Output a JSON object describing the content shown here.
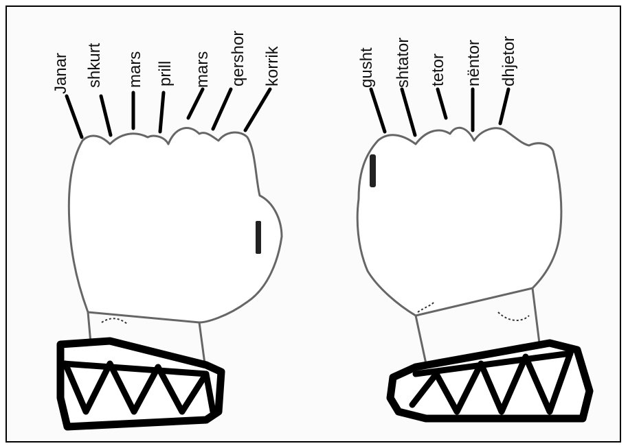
{
  "left_fist": {
    "months": [
      "Janar",
      "shkurt",
      "mars",
      "prill",
      "mars",
      "qershor",
      "korrik"
    ]
  },
  "right_fist": {
    "months": [
      "gusht",
      "shtator",
      "tetor",
      "nëntor",
      "dhjetor"
    ]
  }
}
